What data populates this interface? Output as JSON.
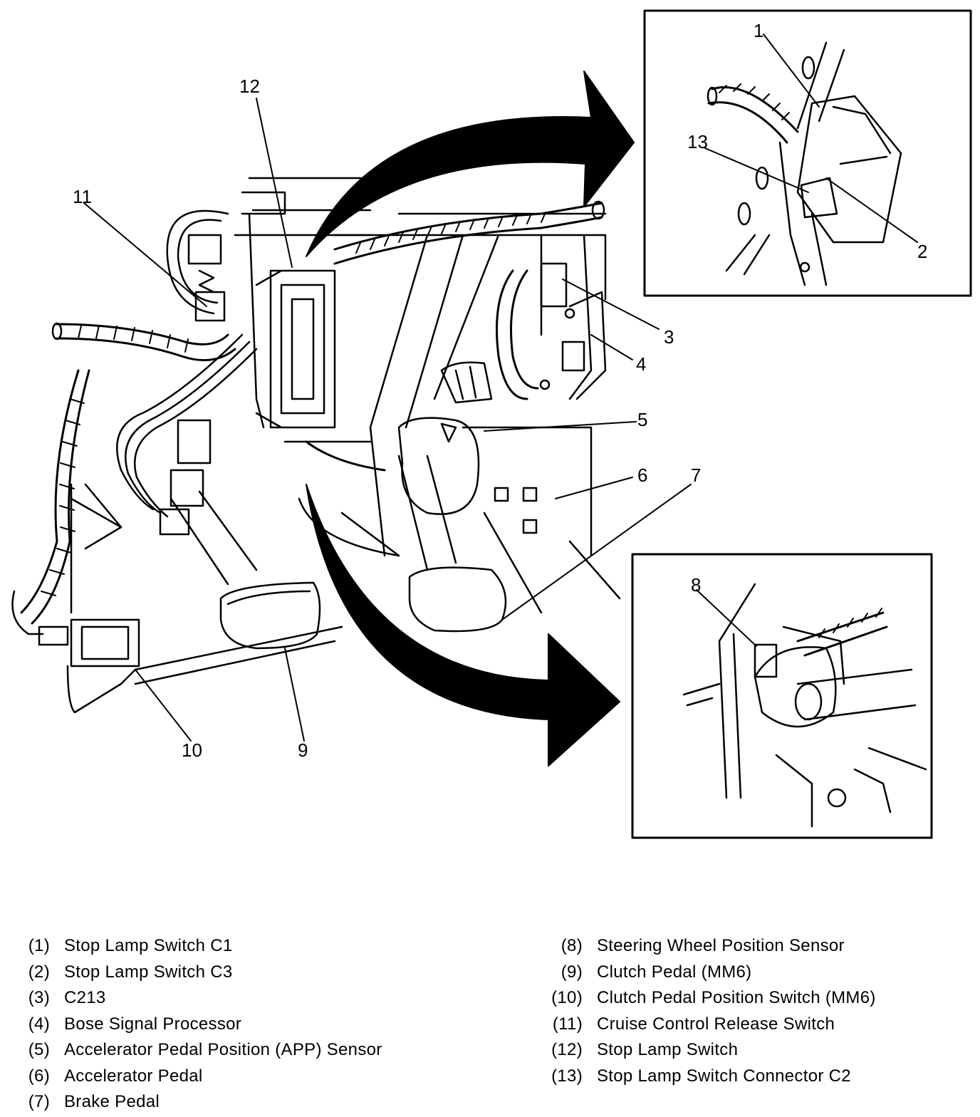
{
  "diagram": {
    "callouts": {
      "c1": "1",
      "c2": "2",
      "c3": "3",
      "c4": "4",
      "c5": "5",
      "c6": "6",
      "c7": "7",
      "c8": "8",
      "c9": "9",
      "c10": "10",
      "c11": "11",
      "c12": "12",
      "c13": "13"
    }
  },
  "legend": {
    "left": [
      {
        "num": "(1)",
        "text": "Stop Lamp Switch C1"
      },
      {
        "num": "(2)",
        "text": "Stop Lamp Switch C3"
      },
      {
        "num": "(3)",
        "text": "C213"
      },
      {
        "num": "(4)",
        "text": "Bose Signal Processor"
      },
      {
        "num": "(5)",
        "text": "Accelerator Pedal Position (APP) Sensor"
      },
      {
        "num": "(6)",
        "text": "Accelerator Pedal"
      },
      {
        "num": "(7)",
        "text": "Brake Pedal"
      }
    ],
    "right": [
      {
        "num": "(8)",
        "text": "Steering Wheel Position Sensor"
      },
      {
        "num": "(9)",
        "text": "Clutch Pedal (MM6)"
      },
      {
        "num": "(10)",
        "text": "Clutch Pedal Position Switch (MM6)"
      },
      {
        "num": "(11)",
        "text": "Cruise Control Release Switch"
      },
      {
        "num": "(12)",
        "text": "Stop Lamp Switch"
      },
      {
        "num": "(13)",
        "text": "Stop Lamp Switch Connector C2"
      }
    ]
  }
}
